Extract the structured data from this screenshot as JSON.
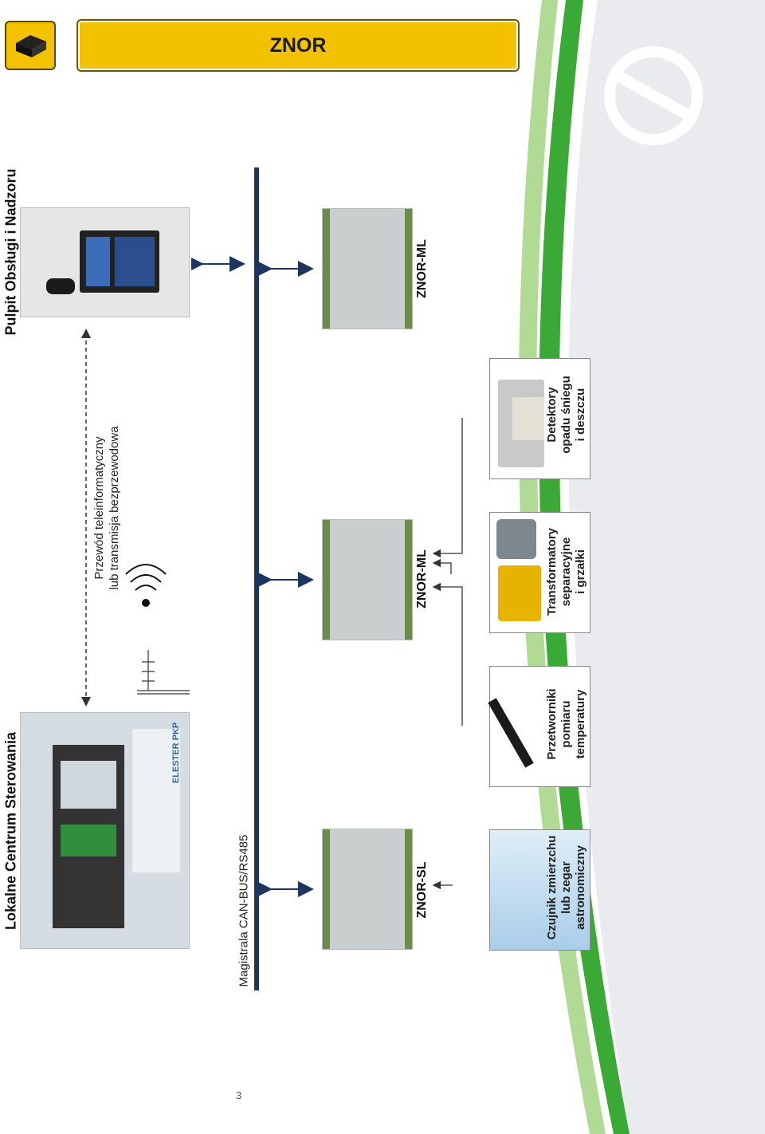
{
  "header": {
    "title": "ZNOR"
  },
  "labels": {
    "lcs": "Lokalne Centrum Sterowania",
    "pulpit": "Pulpit Obsługi i Nadzoru",
    "wire_line1": "Przewód teleinformatyczny",
    "wire_line2": "lub transmisja bezprzewodowa",
    "bus": "Magistrala CAN-BUS/RS485",
    "znor_sl": "ZNOR-SL",
    "znor_ml_1": "ZNOR-ML",
    "znor_ml_2": "ZNOR-ML",
    "page": "3"
  },
  "devices": [
    {
      "line1": "Czujnik zmierzchu",
      "line2": "lub zegar",
      "line3": "astronomiczny"
    },
    {
      "line1": "Przetworniki",
      "line2": "pomiaru",
      "line3": "temperatury"
    },
    {
      "line1": "Transformatory",
      "line2": "separacyjne",
      "line3": "i grzałki"
    },
    {
      "line1": "Detektory",
      "line2": "opadu śniegu",
      "line3": "i deszczu"
    }
  ],
  "panel_logo_text": "ELESTER PKP",
  "colors": {
    "accent": "#f2c200",
    "bus": "#1d3660",
    "green_decor": "#3aa935"
  }
}
